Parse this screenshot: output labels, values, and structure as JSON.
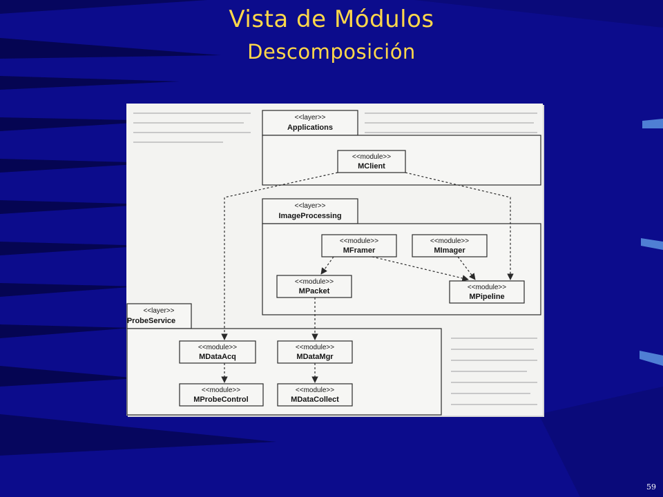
{
  "slide": {
    "title": "Vista de Módulos",
    "subtitle": "Descomposición",
    "page_number": "59"
  },
  "diagram": {
    "layers": {
      "applications": {
        "stereotype": "<<layer>>",
        "name": "Applications"
      },
      "image_processing": {
        "stereotype": "<<layer>>",
        "name": "ImageProcessing"
      },
      "probe_service": {
        "stereotype": "<<layer>>",
        "name": "ProbeService"
      }
    },
    "modules": {
      "mclient": {
        "stereotype": "<<module>>",
        "name": "MClient"
      },
      "mframer": {
        "stereotype": "<<module>>",
        "name": "MFramer"
      },
      "mimager": {
        "stereotype": "<<module>>",
        "name": "MImager"
      },
      "mpacket": {
        "stereotype": "<<module>>",
        "name": "MPacket"
      },
      "mpipeline": {
        "stereotype": "<<module>>",
        "name": "MPipeline"
      },
      "mdataacq": {
        "stereotype": "<<module>>",
        "name": "MDataAcq"
      },
      "mdatamgr": {
        "stereotype": "<<module>>",
        "name": "MDataMgr"
      },
      "mprobecontrol": {
        "stereotype": "<<module>>",
        "name": "MProbeControl"
      },
      "mdatacollect": {
        "stereotype": "<<module>>",
        "name": "MDataCollect"
      }
    },
    "dependencies": [
      [
        "MClient",
        "MDataAcq"
      ],
      [
        "MClient",
        "MPipeline"
      ],
      [
        "MFramer",
        "MPacket"
      ],
      [
        "MFramer",
        "MPipeline"
      ],
      [
        "MImager",
        "MPipeline"
      ],
      [
        "MPacket",
        "MDataMgr"
      ],
      [
        "MDataAcq",
        "MProbeControl"
      ],
      [
        "MDataMgr",
        "MDataCollect"
      ]
    ],
    "colors": {
      "line": "#2a2a2a",
      "paper": "#f3f3f1",
      "box_fill": "#f6f6f4"
    }
  },
  "theme": {
    "background": "#0c0c8c",
    "title_color": "#ffd84a",
    "accent_bars": "#4f7fd4"
  }
}
